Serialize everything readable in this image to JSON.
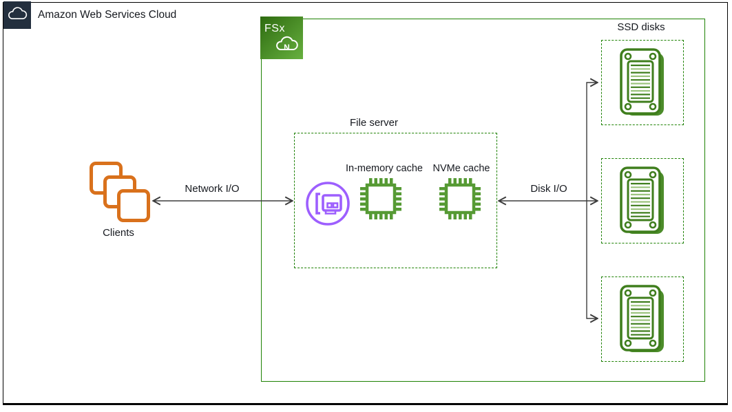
{
  "header": {
    "aws_cloud_label": "Amazon Web Services Cloud"
  },
  "fsx": {
    "service_label": "FSx",
    "netapp_letter": "N"
  },
  "clients": {
    "label": "Clients"
  },
  "arrows": {
    "network_io_label": "Network I/O",
    "disk_io_label": "Disk I/O"
  },
  "file_server": {
    "label": "File server",
    "in_memory_cache_label": "In-memory cache",
    "nvme_cache_label": "NVMe cache"
  },
  "ssd": {
    "label": "SSD disks",
    "disk_count": 3
  },
  "colors": {
    "group_green": "#1D8102",
    "chip_green": "#569A34",
    "disk_green": "#3F7E1D",
    "disk_shadow_green": "#4C8C2A",
    "clients_orange": "#D9711C",
    "nic_purple": "#9D5FFE",
    "aws_navy": "#232F3E",
    "arrow_gray": "#3B3B3B"
  }
}
